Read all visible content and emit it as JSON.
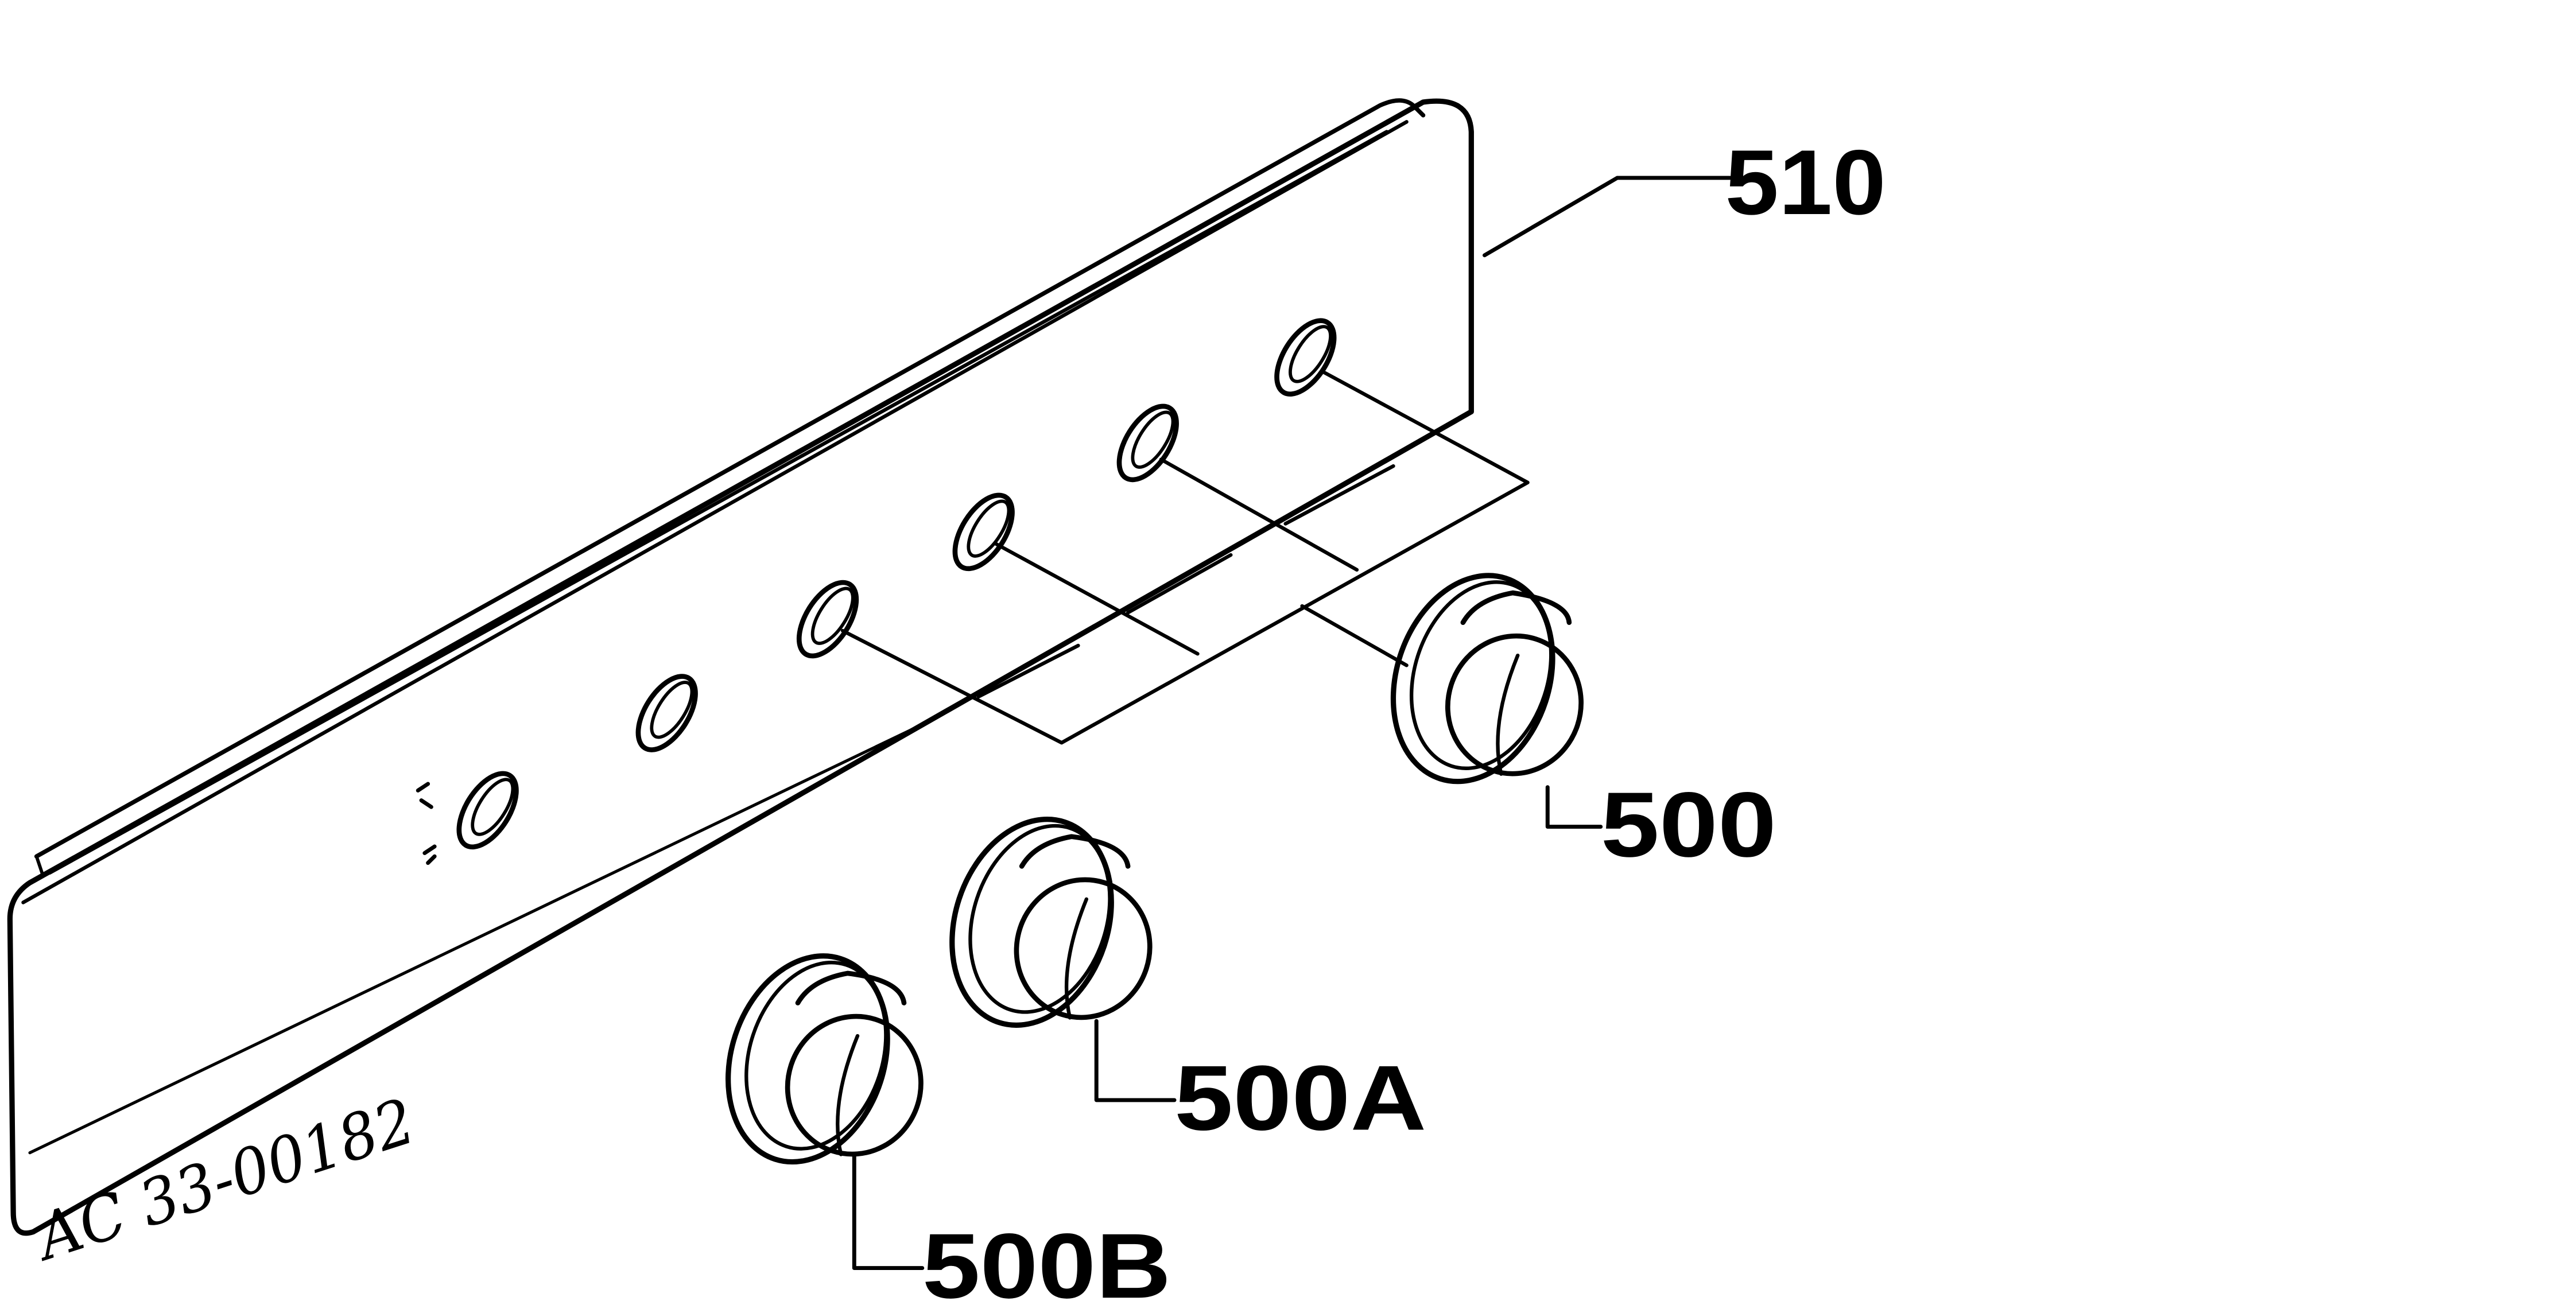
{
  "labels": {
    "panel": "510",
    "knob_main": "500",
    "knob_a": "500A",
    "knob_b": "500B"
  },
  "drawing_code": "AC 33-00182"
}
